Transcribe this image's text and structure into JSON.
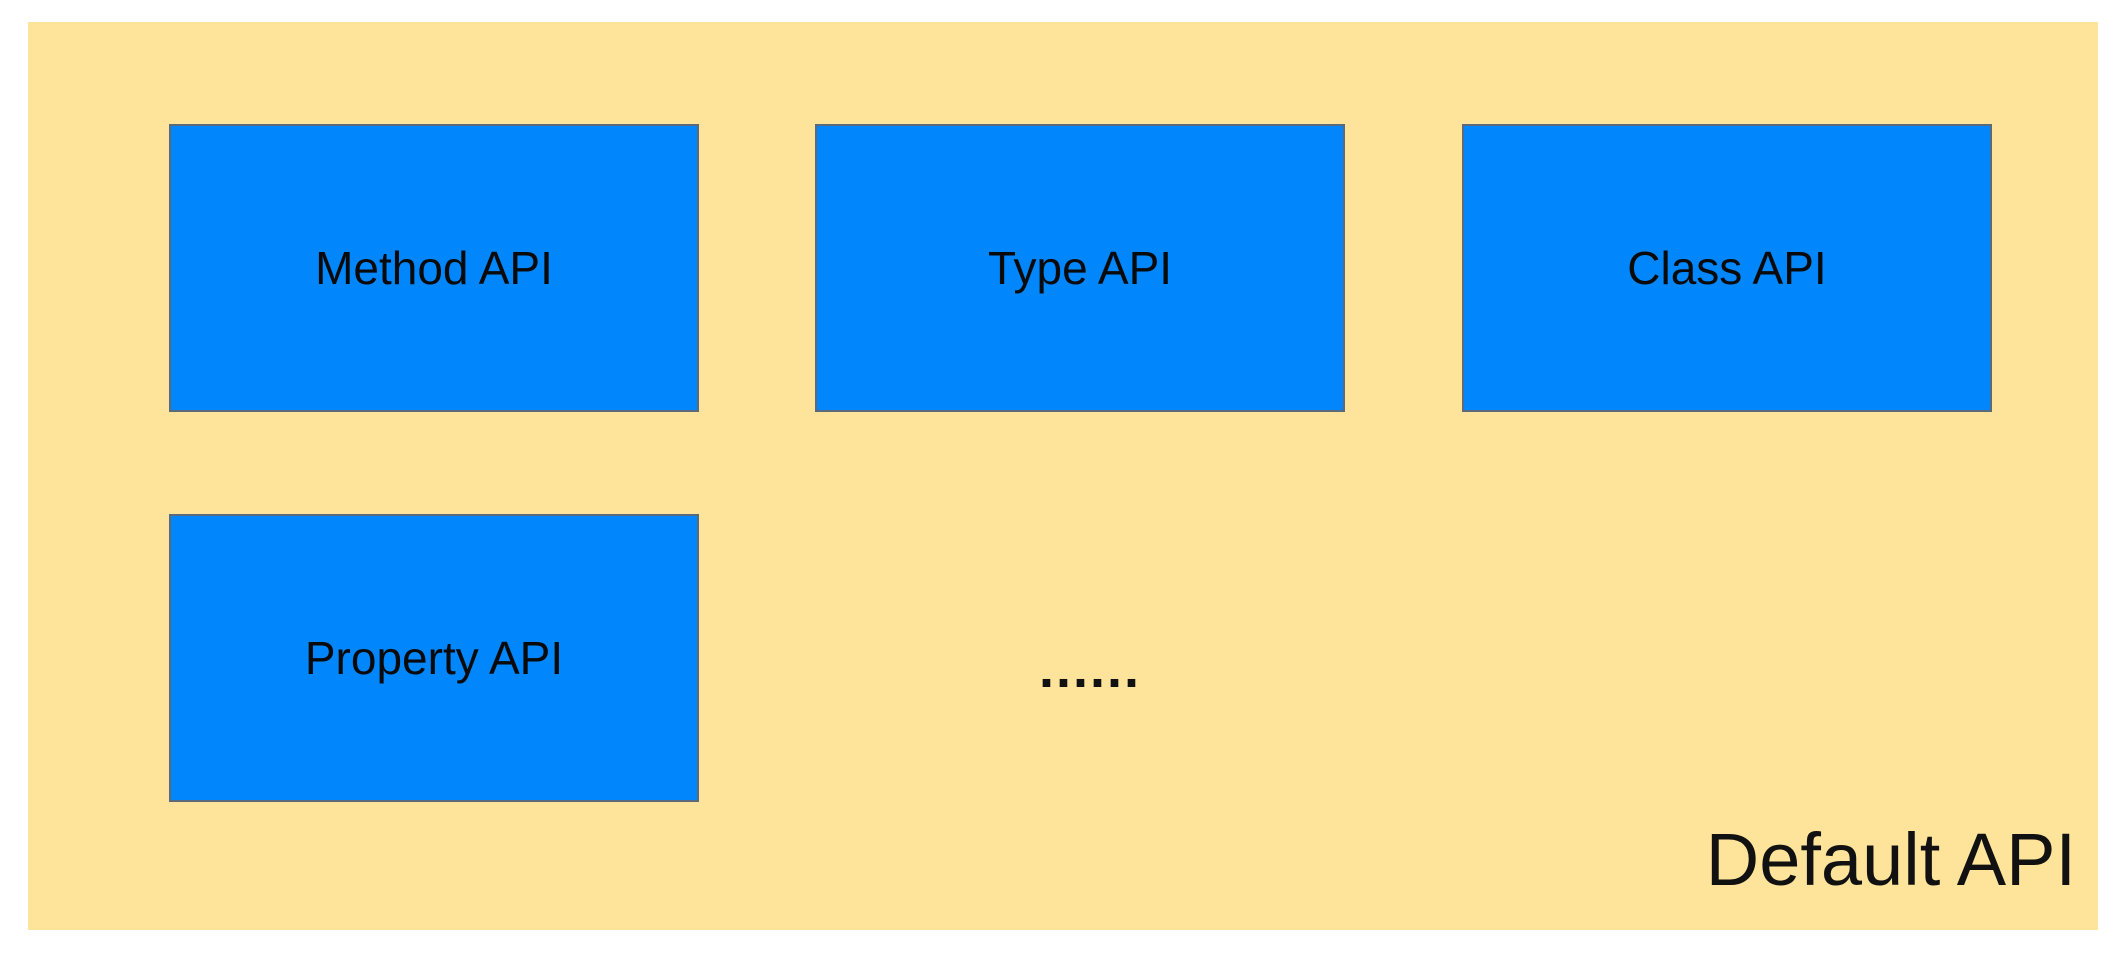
{
  "diagram": {
    "container": {
      "label": "Default API",
      "color": "#fde49a"
    },
    "boxes": [
      {
        "label": "Method API"
      },
      {
        "label": "Type API"
      },
      {
        "label": "Class API"
      },
      {
        "label": "Property API"
      }
    ],
    "box_color": "#0286fc",
    "ellipsis": "......"
  }
}
